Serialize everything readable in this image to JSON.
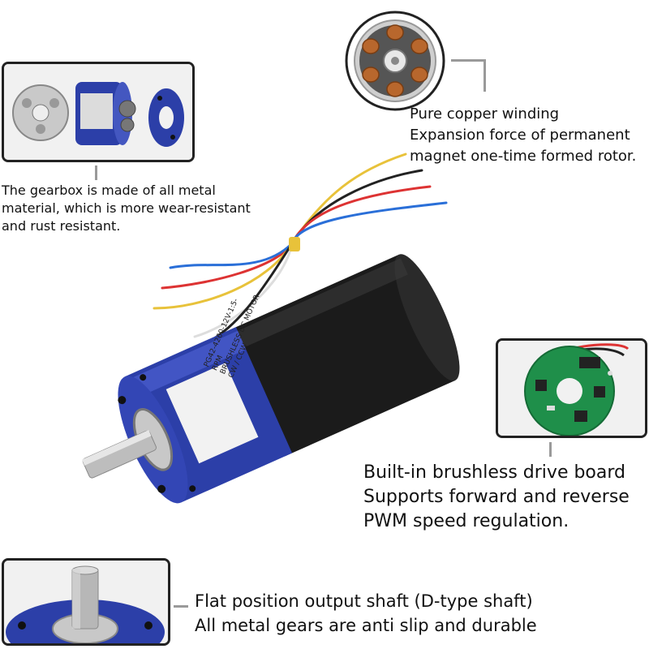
{
  "captions": {
    "copper": {
      "line1": "Pure copper winding",
      "line2": "Expansion force of permanent",
      "line3": "magnet one-time formed rotor."
    },
    "gearbox": {
      "line1": "The gearbox is made of all metal",
      "line2": "material, which is more wear-resistant",
      "line3": "and rust resistant."
    },
    "drive_board": {
      "line1": "Built-in brushless drive board",
      "line2": "Supports forward and reverse",
      "line3": "PWM speed regulation."
    },
    "shaft": {
      "line1": "Flat position output shaft (D-type shaft)",
      "line2": "All metal gears are anti slip and durable"
    }
  },
  "motor_label": {
    "line1": "PG42-4260-12V-1:5-RPM",
    "line2": "BRUSHLESS DC MOTOR",
    "line3": "CW / CCW"
  },
  "colors": {
    "gearbox_blue": "#2c3fa8",
    "motor_body": "#1b1b1b",
    "board_green": "#1f8f4a",
    "copper": "#b8672d"
  }
}
